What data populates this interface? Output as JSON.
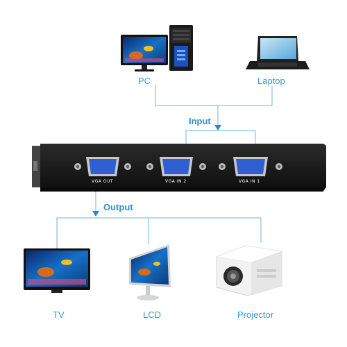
{
  "labels": {
    "pc": "PC",
    "laptop": "Laptop",
    "input": "Input",
    "output": "Output",
    "tv": "TV",
    "lcd": "LCD",
    "projector": "Projector"
  },
  "ports": {
    "vga_out": "VGA OUT",
    "vga_in_2": "VGA IN 2",
    "vga_in_1": "VGA IN 1"
  },
  "colors": {
    "line": "#6fb3e0",
    "arrow": "#2a86cf",
    "label": "#3a9ad6",
    "box": "#1c1c1c",
    "vga_port": "#2f5fd0"
  },
  "icons": [
    "desktop-pc-icon",
    "laptop-icon",
    "vga-switch-box-icon",
    "tv-icon",
    "lcd-monitor-icon",
    "projector-icon"
  ]
}
